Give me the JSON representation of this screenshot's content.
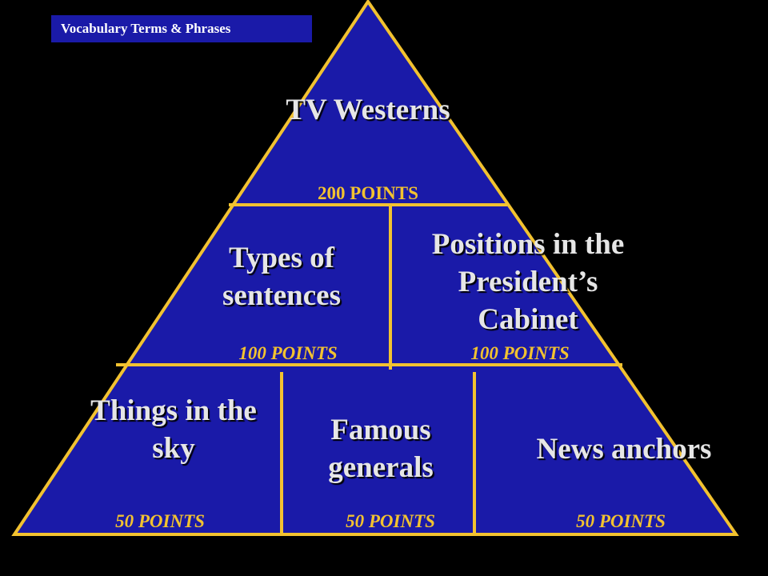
{
  "header": {
    "label": "Vocabulary Terms & Phrases"
  },
  "colors": {
    "background": "#000000",
    "pyramid_fill": "#1a1aa8",
    "outline": "#f2c230",
    "text": "#e6e6e6",
    "points_text": "#f2c230"
  },
  "categories": [
    {
      "name": "TV Westerns",
      "points": "200 POINTS"
    },
    {
      "name": "Types of sentences",
      "points": "100 POINTS"
    },
    {
      "name": "Positions in the President’s Cabinet",
      "points": "100 POINTS"
    },
    {
      "name": "Things in the sky",
      "points": "50 POINTS"
    },
    {
      "name": "Famous generals",
      "points": "50 POINTS"
    },
    {
      "name": "News anchors",
      "points": "50 POINTS"
    }
  ]
}
